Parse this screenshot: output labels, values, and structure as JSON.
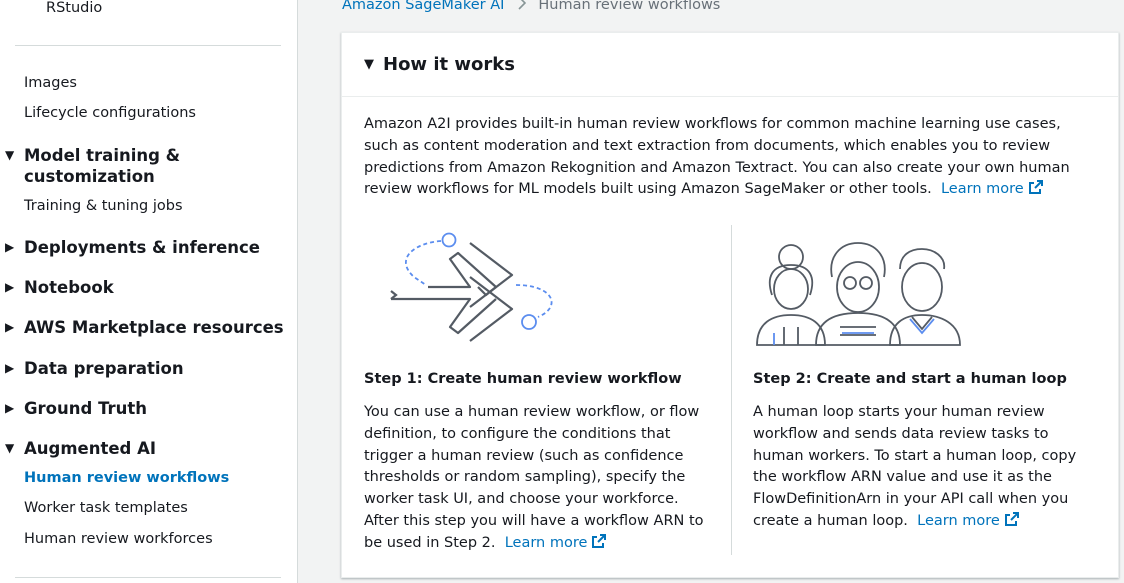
{
  "sidebar": {
    "rstudio": "RStudio",
    "images": "Images",
    "lifecycle": "Lifecycle configurations",
    "model_training": "Model training & customization",
    "model_training_line1": "Model training &",
    "model_training_line2": "customization",
    "training_jobs": "Training & tuning jobs",
    "deployments": "Deployments & inference",
    "notebook": "Notebook",
    "marketplace": "AWS Marketplace resources",
    "data_prep": "Data preparation",
    "ground_truth": "Ground Truth",
    "augmented_ai": "Augmented AI",
    "human_review_workflows": "Human review workflows",
    "worker_task_templates": "Worker task templates",
    "human_review_workforces": "Human review workforces"
  },
  "breadcrumb": {
    "root": "Amazon SageMaker AI",
    "current": "Human review workflows"
  },
  "panel": {
    "title": "How it works",
    "intro": "Amazon A2I provides built-in human review workflows for common machine learning use cases, such as content moderation and text extraction from documents, which enables you to review predictions from Amazon Rekognition and Amazon Textract. You can also create your own human review workflows for ML models built using Amazon SageMaker or other tools.",
    "learn_more": "Learn more",
    "step1": {
      "title": "Step 1: Create human review workflow",
      "body": "You can use a human review workflow, or flow definition, to configure the conditions that trigger a human review (such as confidence thresholds or random sampling), specify the worker task UI, and choose your workforce. After this step you will have a workflow ARN to be used in Step 2.",
      "learn_more": "Learn more"
    },
    "step2": {
      "title": "Step 2: Create and start a human loop",
      "body": "A human loop starts your human review workflow and sends data review tasks to human workers. To start a human loop, copy the workflow ARN value and use it as the FlowDefinitionArn in your API call when you create a human loop.",
      "learn_more": "Learn more"
    }
  },
  "colors": {
    "link": "#0073bb",
    "text": "#16191f",
    "illustration_accent": "#5b8def",
    "illustration_stroke": "#545b64"
  }
}
